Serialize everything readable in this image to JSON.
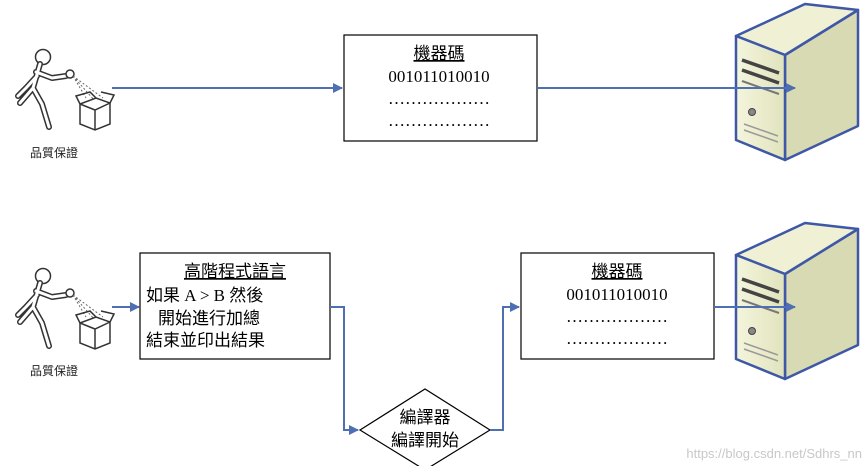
{
  "diagram": {
    "top_row": {
      "person_caption": "品質保證",
      "machine_code_box": {
        "title": "機器碼",
        "lines": [
          "001011010010",
          "………………",
          "………………"
        ]
      }
    },
    "bottom_row": {
      "person_caption": "品質保證",
      "high_level_box": {
        "title": "高階程式語言",
        "lines": [
          "如果 A > B 然後",
          "開始進行加總",
          "結束並印出結果"
        ]
      },
      "compiler": {
        "line1": "編譯器",
        "line2": "編譯開始"
      },
      "machine_code_box": {
        "title": "機器碼",
        "lines": [
          "001011010010",
          "………………",
          "………………"
        ]
      }
    },
    "watermark": "https://blog.csdn.net/Sdhrs_nn",
    "colors": {
      "arrow": "#4f6fb3",
      "box_border": "#000000",
      "server_body": "#ecedcf",
      "server_side": "#cfd1aa",
      "server_outline": "#3e57a6"
    }
  }
}
